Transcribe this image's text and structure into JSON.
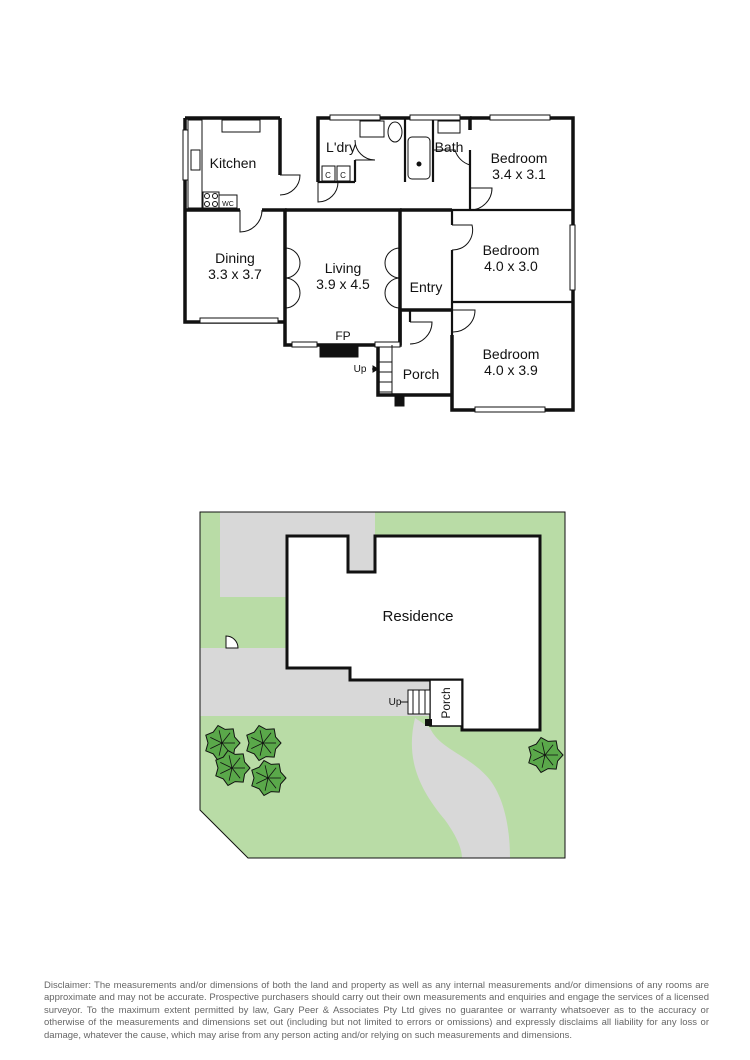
{
  "floor_plan": {
    "rooms": {
      "kitchen": {
        "name": "Kitchen"
      },
      "laundry": {
        "name": "L'dry"
      },
      "bath": {
        "name": "Bath"
      },
      "bedroom1": {
        "name": "Bedroom",
        "dims": "3.4 x 3.1"
      },
      "bedroom2": {
        "name": "Bedroom",
        "dims": "4.0 x 3.0"
      },
      "bedroom3": {
        "name": "Bedroom",
        "dims": "4.0 x 3.9"
      },
      "dining": {
        "name": "Dining",
        "dims": "3.3 x 3.7"
      },
      "living": {
        "name": "Living",
        "dims": "3.9 x 4.5"
      },
      "entry": {
        "name": "Entry"
      },
      "porch": {
        "name": "Porch"
      }
    },
    "fireplace": "FP",
    "up": "Up",
    "wc": "WC",
    "cupboard": "C"
  },
  "site_plan": {
    "residence": "Residence",
    "porch": "Porch",
    "up": "Up"
  },
  "colors": {
    "lawn": "#b9dca6",
    "paving": "#d8d8d8",
    "wall": "#111111",
    "tree": "#5aa84a"
  },
  "disclaimer": "Disclaimer: The measurements and/or dimensions of both the land and property as well as any internal measurements and/or dimensions of any rooms are approximate and may not be accurate. Prospective purchasers should carry out their own measurements and enquiries and engage the services of a licensed surveyor. To the maximum extent permitted by law, Gary Peer & Associates Pty Ltd gives no guarantee or warranty whatsoever as to the accuracy or otherwise of the measurements and dimensions set out (including but not limited to errors or omissions) and expressly disclaims all liability for any loss or damage, whatever the cause, which may arise from any person acting and/or relying on such measurements and dimensions."
}
